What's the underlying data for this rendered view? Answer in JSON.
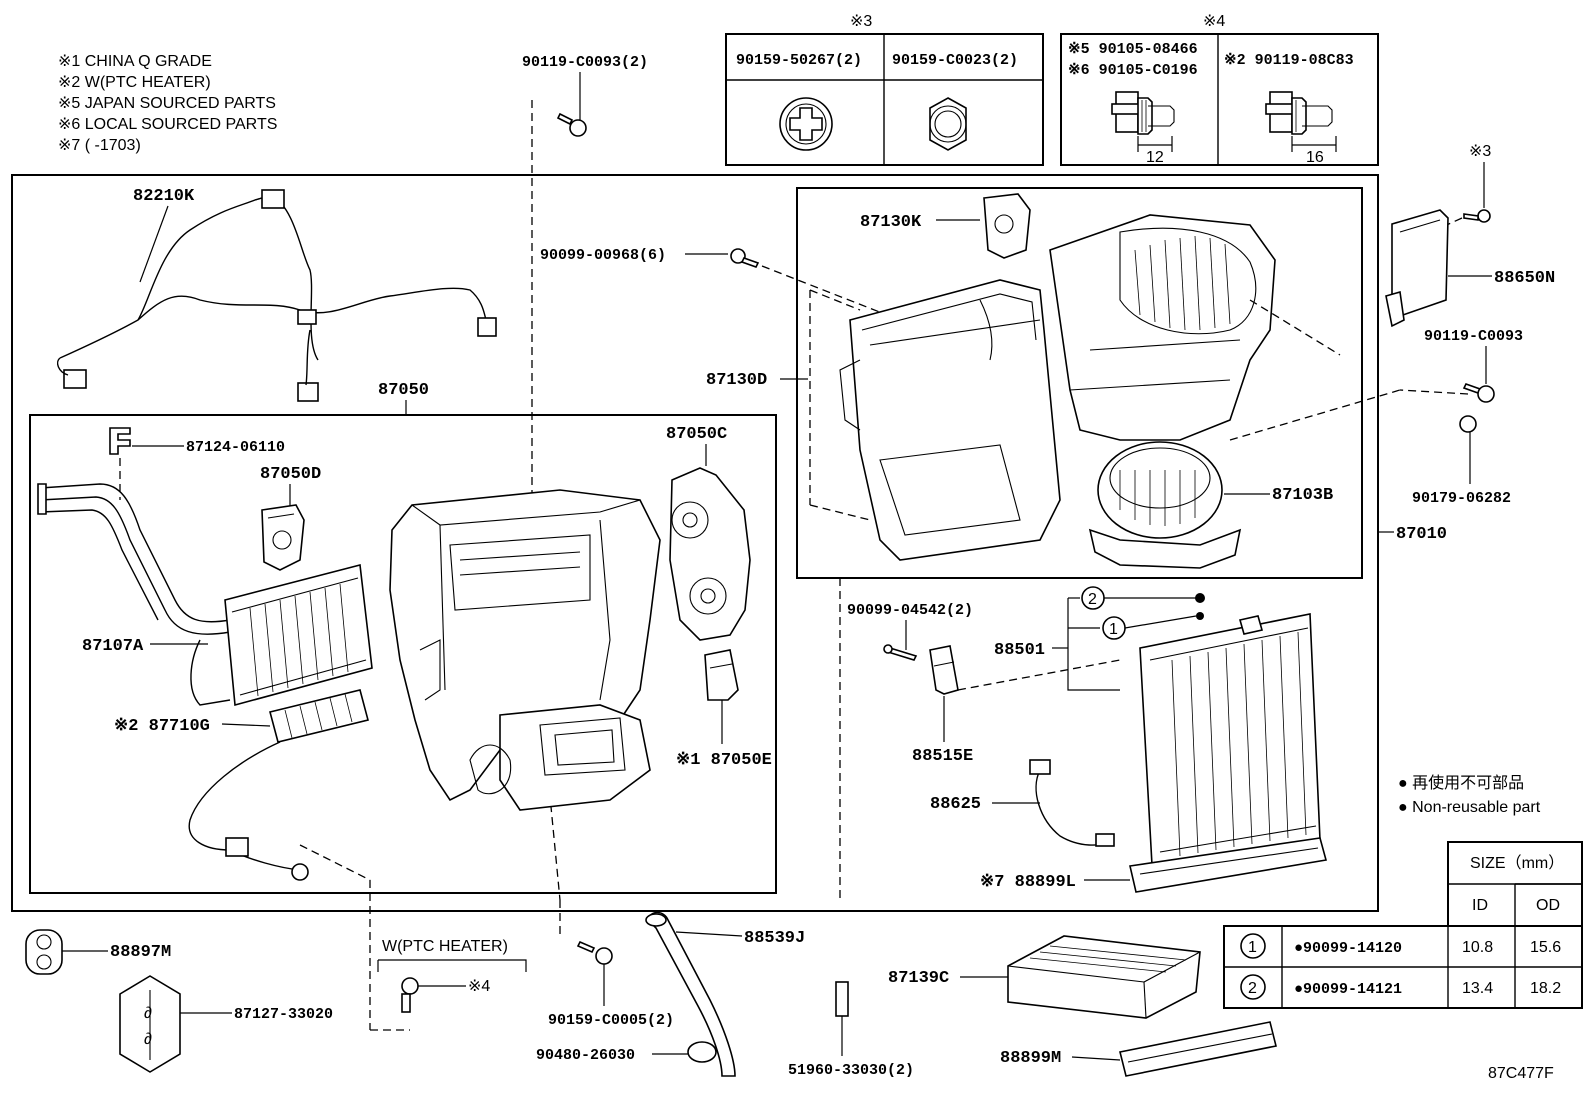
{
  "notes": [
    "※1 CHINA Q GRADE",
    "※2 W(PTC HEATER)",
    "※5 JAPAN SOURCED PARTS",
    "※6 LOCAL SOURCED PARTS",
    "※7 (      -1703)"
  ],
  "fastener_tables": {
    "group3": {
      "mark": "※3",
      "cols": [
        "90159-50267(2)",
        "90159-C0023(2)"
      ]
    },
    "group4": {
      "mark": "※4",
      "col1": {
        "line1": "※5 90105-08466",
        "line2": "※6 90105-C0196",
        "dim": "12"
      },
      "col2": {
        "line1": "※2 90119-08C83",
        "dim": "16"
      }
    }
  },
  "labels": {
    "p90119_c0093_2": "90119-C0093(2)",
    "p82210k": "82210K",
    "p87050": "87050",
    "p87124": "87124-06110",
    "p87050d": "87050D",
    "p87050c": "87050C",
    "p87107a": "87107A",
    "p87710g": "※2 87710G",
    "p87050e": "※1 87050E",
    "p90099_00968": "90099-00968(6)",
    "p87130k": "87130K",
    "p87130d": "87130D",
    "p87103b": "87103B",
    "p87010": "87010",
    "p88650n": "88650N",
    "mark3": "※3",
    "p90119_c0093": "90119-C0093",
    "p90179": "90179-06282",
    "p90099_04542": "90099-04542(2)",
    "p88501": "88501",
    "p88515e": "88515E",
    "p88625": "88625",
    "p88899l": "※7 88899L",
    "p88897m": "88897M",
    "ptc_heater": "W(PTC HEATER)",
    "mark4": "※4",
    "p87127": "87127-33020",
    "p90159_c0005": "90159-C0005(2)",
    "p88539j": "88539J",
    "p90480": "90480-26030",
    "p51960": "51960-33030(2)",
    "p87139c": "87139C",
    "p88899m": "88899M",
    "circle1": "1",
    "circle2": "2",
    "diagram_code": "87C477F"
  },
  "legend": {
    "line1": "● 再使用不可部品",
    "line2": "● Non-reusable part"
  },
  "size_table": {
    "header": "SIZE（mm）",
    "col_id": "ID",
    "col_od": "OD",
    "rows": [
      {
        "no": "1",
        "part": "●90099-14120",
        "id": "10.8",
        "od": "15.6"
      },
      {
        "no": "2",
        "part": "●90099-14121",
        "id": "13.4",
        "od": "18.2"
      }
    ]
  }
}
